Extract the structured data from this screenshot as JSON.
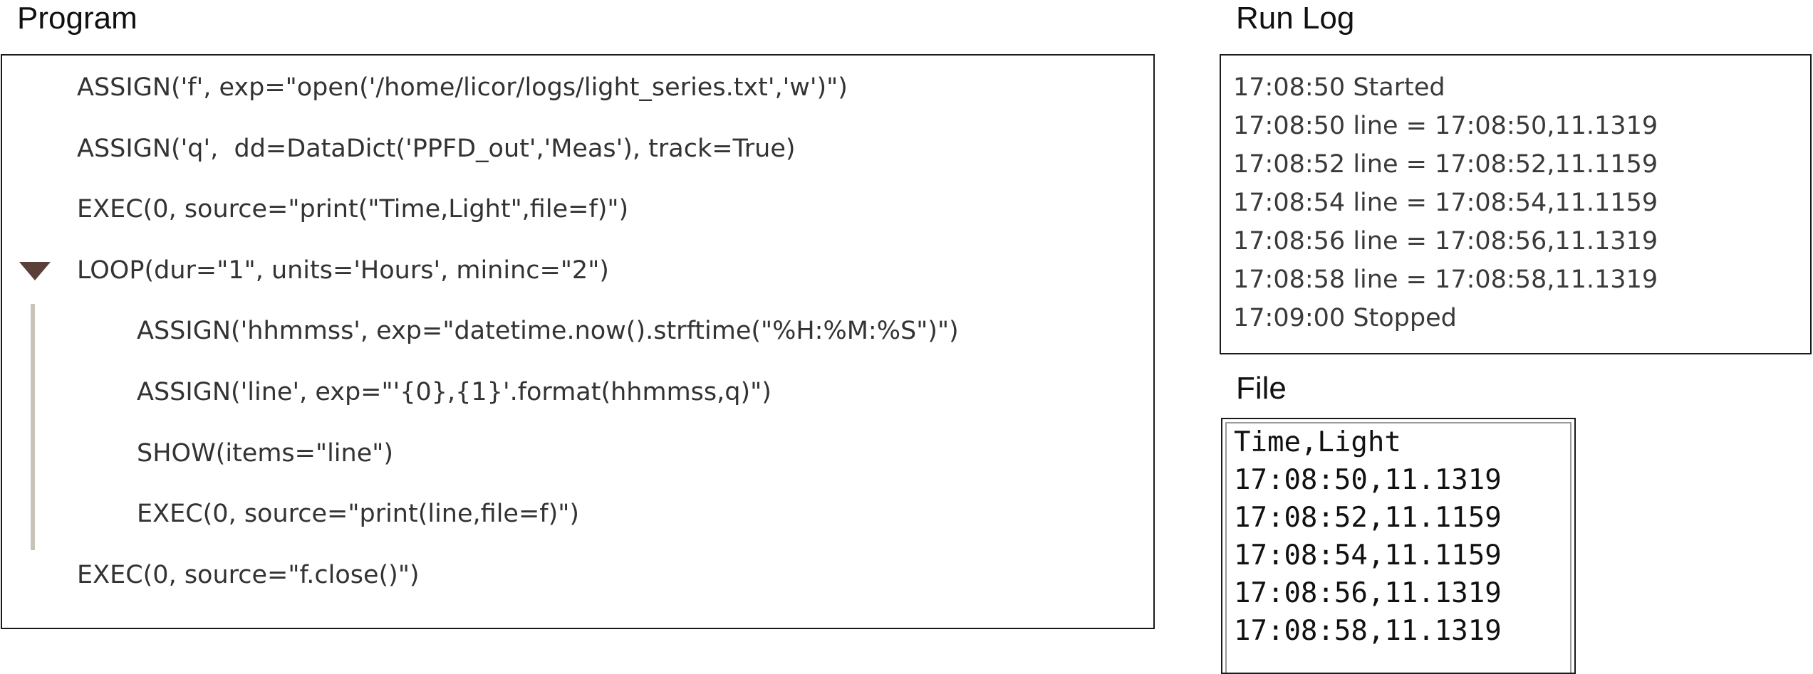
{
  "program": {
    "title": "Program",
    "lines": [
      "ASSIGN('f', exp=\"open('/home/licor/logs/light_series.txt','w')\")",
      "ASSIGN('q',  dd=DataDict('PPFD_out','Meas'), track=True)",
      "EXEC(0, source=\"print(\"Time,Light\",file=f)\")",
      "LOOP(dur=\"1\", units='Hours', mininc=\"2\")",
      "ASSIGN('hhmmss', exp=\"datetime.now().strftime(\"%H:%M:%S\")\")",
      "ASSIGN('line', exp=\"'{0},{1}'.format(hhmmss,q)\")",
      "SHOW(items=\"line\")",
      "EXEC(0, source=\"print(line,file=f)\")",
      "EXEC(0, source=\"f.close()\")"
    ]
  },
  "run_log": {
    "title": "Run Log",
    "lines": [
      "17:08:50 Started",
      "17:08:50 line = 17:08:50,11.1319",
      "17:08:52 line = 17:08:52,11.1159",
      "17:08:54 line = 17:08:54,11.1159",
      "17:08:56 line = 17:08:56,11.1319",
      "17:08:58 line = 17:08:58,11.1319",
      "17:09:00 Stopped"
    ]
  },
  "file": {
    "title": "File",
    "lines": [
      "Time,Light",
      "17:08:50,11.1319",
      "17:08:52,11.1159",
      "17:08:54,11.1159",
      "17:08:56,11.1319",
      "17:08:58,11.1319"
    ]
  },
  "icons": {
    "loop_toggle": "triangle-down-icon"
  }
}
